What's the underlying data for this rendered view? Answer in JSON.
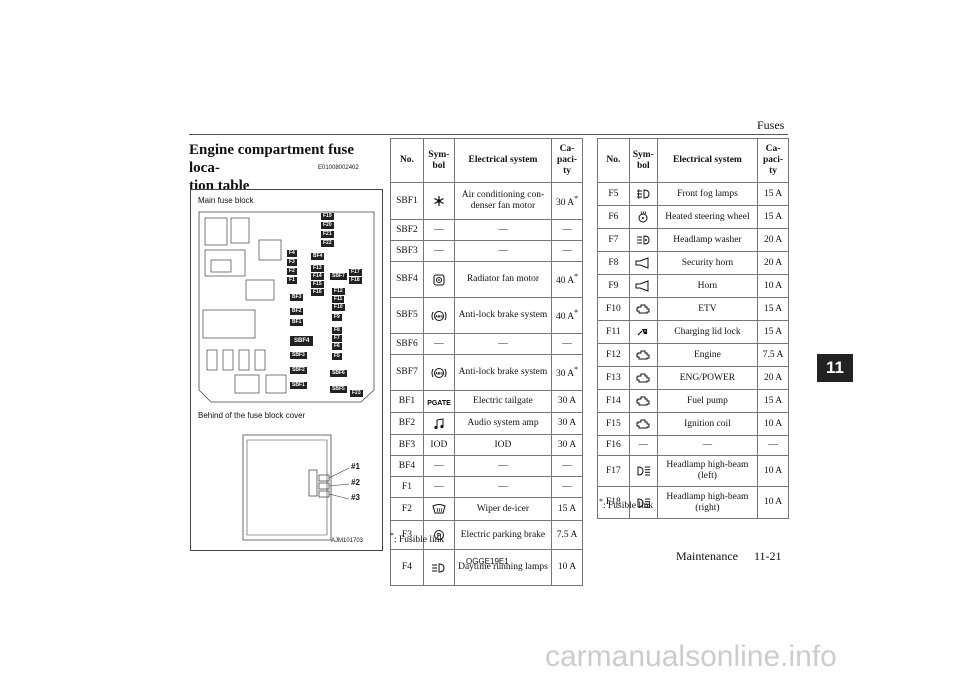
{
  "header": {
    "section": "Fuses",
    "chapter": "11"
  },
  "title": "Engine compartment fuse loca-tion table",
  "title_line1": "Engine compartment fuse loca-",
  "title_line2": "tion table",
  "section_code": "E01008002402",
  "diagram": {
    "main_label": "Main fuse block",
    "cover_label": "Behind of the fuse block cover",
    "figure_code": "AJM101703",
    "fuse_labels": [
      "F19",
      "F20",
      "F21",
      "F22",
      "F4",
      "F3",
      "F2",
      "F1",
      "BF4",
      "F13",
      "F14",
      "F15",
      "F16",
      "SBF7",
      "F17",
      "F18",
      "F12",
      "F11",
      "F10",
      "BF3",
      "BF2",
      "BF1",
      "F9",
      "SBF4",
      "F8",
      "F7",
      "F6",
      "F5",
      "SBF3",
      "SBF2",
      "SBF1",
      "SBF6",
      "SBF5",
      "F23"
    ],
    "cover_labels": [
      "#1",
      "#2",
      "#3"
    ]
  },
  "table_headers": {
    "no": "No.",
    "symbol": "Sym-\nbol",
    "system": "Electrical system",
    "capacity": "Ca-\npaci-\nty"
  },
  "table_left": [
    {
      "no": "SBF1",
      "icon": "ac-fan-icon",
      "system": "Air conditioning con-denser fan motor",
      "capacity": "30 A",
      "star": "*"
    },
    {
      "no": "SBF2",
      "icon": "",
      "system": "—",
      "symbol": "—",
      "capacity": "—"
    },
    {
      "no": "SBF3",
      "icon": "",
      "system": "—",
      "symbol": "—",
      "capacity": "—"
    },
    {
      "no": "SBF4",
      "icon": "radiator-fan-icon",
      "system": "Radiator fan motor",
      "capacity": "40 A",
      "star": "*"
    },
    {
      "no": "SBF5",
      "icon": "abs-icon",
      "system": "Anti-lock brake system",
      "capacity": "40 A",
      "star": "*"
    },
    {
      "no": "SBF6",
      "icon": "",
      "system": "—",
      "symbol": "—",
      "capacity": "—"
    },
    {
      "no": "SBF7",
      "icon": "abs-icon",
      "system": "Anti-lock brake system",
      "capacity": "30 A",
      "star": "*"
    },
    {
      "no": "BF1",
      "icon": "pgate-icon",
      "symbol": "PGATE",
      "system": "Electric tailgate",
      "capacity": "30 A"
    },
    {
      "no": "BF2",
      "icon": "music-note-icon",
      "system": "Audio system amp",
      "capacity": "30 A"
    },
    {
      "no": "BF3",
      "icon": "",
      "symbol": "IOD",
      "system": "IOD",
      "capacity": "30 A"
    },
    {
      "no": "BF4",
      "icon": "",
      "system": "—",
      "symbol": "—",
      "capacity": "—"
    },
    {
      "no": "F1",
      "icon": "",
      "system": "—",
      "symbol": "—",
      "capacity": "—"
    },
    {
      "no": "F2",
      "icon": "wiper-deicer-icon",
      "system": "Wiper de-icer",
      "capacity": "15 A"
    },
    {
      "no": "F3",
      "icon": "parking-brake-icon",
      "system": "Electric parking brake",
      "capacity": "7.5 A"
    },
    {
      "no": "F4",
      "icon": "daytime-lamp-icon",
      "system": "Daytime running lamps",
      "capacity": "10 A"
    }
  ],
  "table_right": [
    {
      "no": "F5",
      "icon": "front-fog-icon",
      "system": "Front fog lamps",
      "capacity": "15 A"
    },
    {
      "no": "F6",
      "icon": "steering-heat-icon",
      "system": "Heated steering wheel",
      "capacity": "15 A"
    },
    {
      "no": "F7",
      "icon": "headlamp-washer-icon",
      "system": "Headlamp washer",
      "capacity": "20 A"
    },
    {
      "no": "F8",
      "icon": "horn-icon",
      "system": "Security horn",
      "capacity": "20 A"
    },
    {
      "no": "F9",
      "icon": "horn-icon",
      "system": "Horn",
      "capacity": "10 A"
    },
    {
      "no": "F10",
      "icon": "engine-icon",
      "system": "ETV",
      "capacity": "15 A"
    },
    {
      "no": "F11",
      "icon": "charging-lid-icon",
      "system": "Charging lid lock",
      "capacity": "15 A"
    },
    {
      "no": "F12",
      "icon": "engine-icon",
      "system": "Engine",
      "capacity": "7.5 A"
    },
    {
      "no": "F13",
      "icon": "engine-icon",
      "system": "ENG/POWER",
      "capacity": "20 A"
    },
    {
      "no": "F14",
      "icon": "engine-icon",
      "system": "Fuel pump",
      "capacity": "15 A"
    },
    {
      "no": "F15",
      "icon": "engine-icon",
      "system": "Ignition coil",
      "capacity": "10 A"
    },
    {
      "no": "F16",
      "icon": "",
      "system": "—",
      "symbol": "—",
      "capacity": "—"
    },
    {
      "no": "F17",
      "icon": "high-beam-icon",
      "system": "Headlamp high-beam (left)",
      "capacity": "10 A"
    },
    {
      "no": "F18",
      "icon": "high-beam-icon",
      "system": "Headlamp high-beam (right)",
      "capacity": "10 A"
    }
  ],
  "footnote_star": "*",
  "footnote_text": ": Fusible link",
  "footer": {
    "code": "OGGE19E1",
    "section": "Maintenance",
    "page": "11-21"
  },
  "watermark": "carmanualsonline.info"
}
